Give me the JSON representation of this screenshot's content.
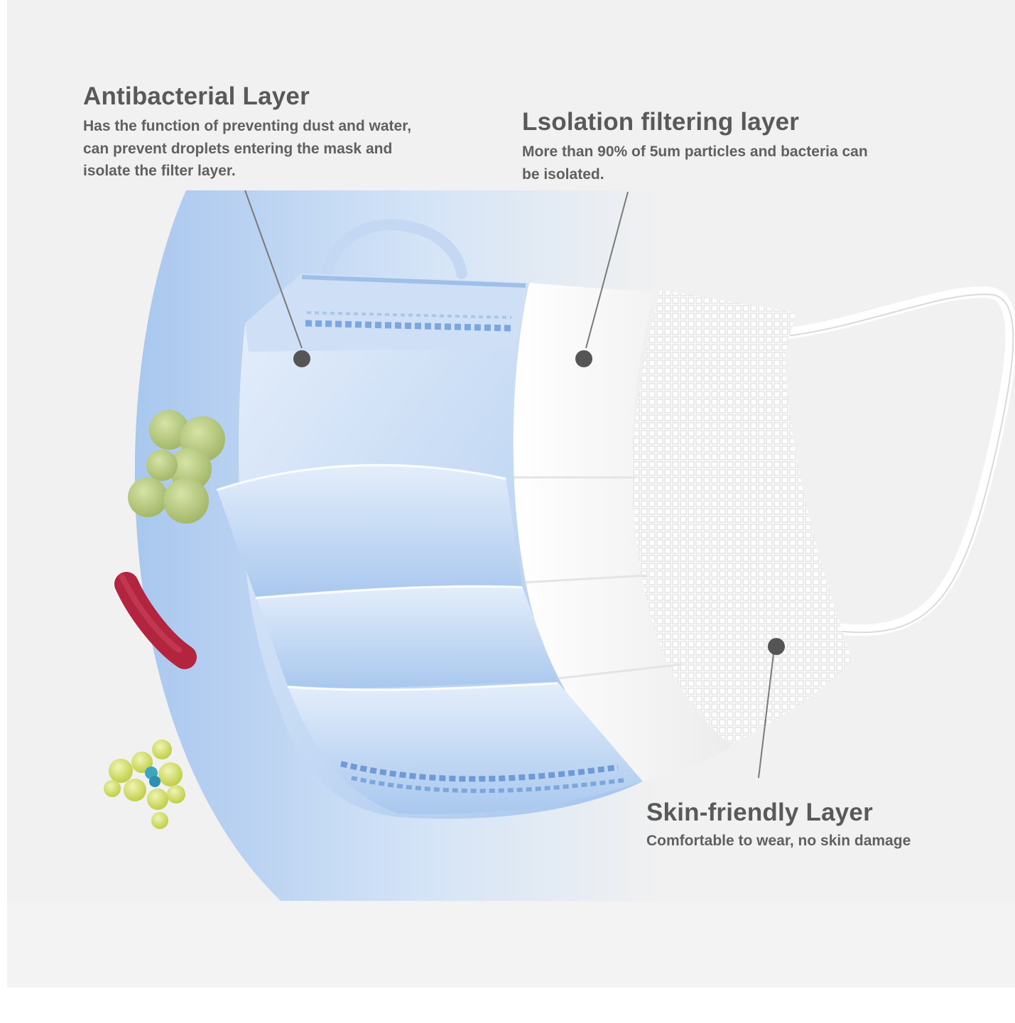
{
  "labels": {
    "antibacterial": {
      "title": "Antibacterial Layer",
      "lines": [
        "Has the function of preventing dust and water,",
        "can prevent droplets entering the mask and",
        "isolate the filter layer."
      ]
    },
    "isolation": {
      "title": "Lsolation filtering layer",
      "lines": [
        "More than 90% of 5um particles and bacteria can",
        "be isolated."
      ]
    },
    "skin": {
      "title": "Skin-friendly Layer",
      "lines": [
        "Comfortable to wear, no skin damage"
      ]
    }
  },
  "colors": {
    "background": "#f1f1f1",
    "outer_layer_blue": "#b9d3f0",
    "mask_blue": "#a9c8ee",
    "middle_layer": "#ffffff",
    "inner_layer": "#f6f6f6",
    "ear_loop": "#ffffff",
    "leader_line": "#7a7a7a",
    "leader_dot": "#555555",
    "text": "#5a5a5a",
    "green_bacteria": "#b4c97a",
    "red_bacteria": "#b3243f",
    "yellow_bacteria": "#d3e060",
    "teal_bacteria": "#3fa6c0"
  },
  "icons": [
    "green-bacteria-cluster-icon",
    "red-bacillus-icon",
    "yellow-bacteria-cluster-icon"
  ]
}
